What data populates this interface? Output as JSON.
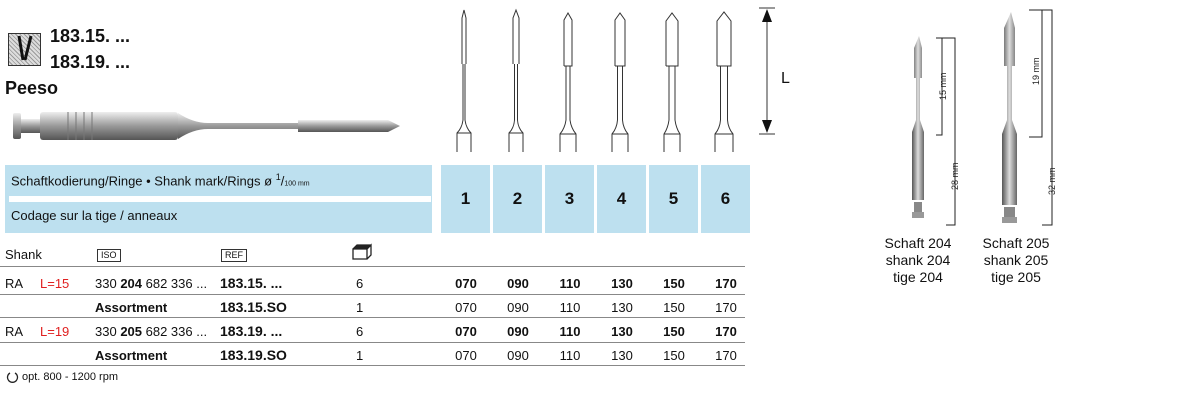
{
  "header": {
    "codes": [
      "183.15. ...",
      "183.19. ..."
    ],
    "name": "Peeso"
  },
  "table": {
    "band_line1": "Schaftkodierung/Ringe • Shank mark/Rings ø ",
    "band_unit_num": "1",
    "band_unit_den": "100 mm",
    "band_line2": "Codage sur la tige / anneaux",
    "sizes": [
      "1",
      "2",
      "3",
      "4",
      "5",
      "6"
    ],
    "dimension_label": "L",
    "col_headers": {
      "shank": "Shank",
      "iso": "ISO",
      "ref": "REF"
    },
    "rows": [
      {
        "shank": "RA",
        "length": "L=15",
        "iso_pre": "330 ",
        "iso_bold": "204",
        "iso_post": " 682 336 ...",
        "ref": "183.15. ...",
        "pack": "6",
        "values": [
          "070",
          "090",
          "110",
          "130",
          "150",
          "170"
        ],
        "bold": true
      },
      {
        "shank": "",
        "length": "",
        "iso_pre": "",
        "iso_bold": "Assortment",
        "iso_post": "",
        "ref": "183.15.SO",
        "pack": "1",
        "values": [
          "070",
          "090",
          "110",
          "130",
          "150",
          "170"
        ],
        "bold": false
      },
      {
        "shank": "RA",
        "length": "L=19",
        "iso_pre": "330 ",
        "iso_bold": "205",
        "iso_post": " 682 336 ...",
        "ref": "183.19. ...",
        "pack": "6",
        "values": [
          "070",
          "090",
          "110",
          "130",
          "150",
          "170"
        ],
        "bold": true
      },
      {
        "shank": "",
        "length": "",
        "iso_pre": "",
        "iso_bold": "Assortment",
        "iso_post": "",
        "ref": "183.19.SO",
        "pack": "1",
        "values": [
          "070",
          "090",
          "110",
          "130",
          "150",
          "170"
        ],
        "bold": false
      }
    ],
    "footer": "opt. 800 - 1200 rpm"
  },
  "shanks": [
    {
      "lines": [
        "Schaft 204",
        "shank 204",
        "tige 204"
      ],
      "working": "15 mm",
      "total": "28 mm"
    },
    {
      "lines": [
        "Schaft 205",
        "shank 205",
        "tige 205"
      ],
      "working": "19 mm",
      "total": "32 mm"
    }
  ],
  "colors": {
    "band": "#bde0ef",
    "red": "#e02020"
  }
}
